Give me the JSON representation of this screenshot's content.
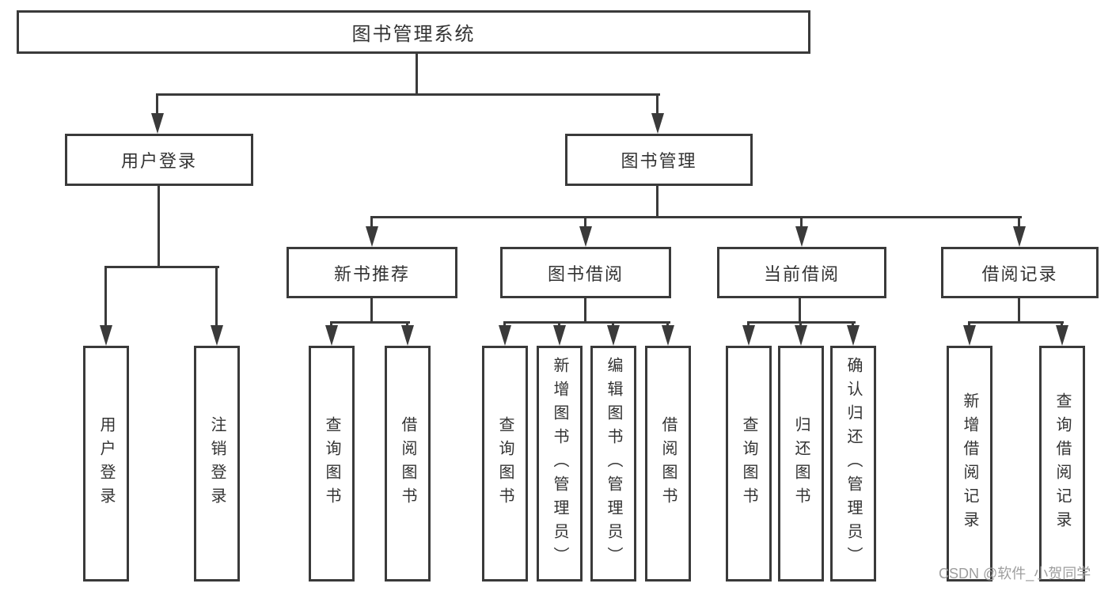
{
  "diagram_type": "hierarchy-diagram",
  "tree": {
    "label": "图书管理系统",
    "children": [
      {
        "label": "用户登录",
        "children": [
          {
            "label": "用户登录"
          },
          {
            "label": "注销登录"
          }
        ]
      },
      {
        "label": "图书管理",
        "children": [
          {
            "label": "新书推荐",
            "children": [
              {
                "label": "查询图书"
              },
              {
                "label": "借阅图书"
              }
            ]
          },
          {
            "label": "图书借阅",
            "children": [
              {
                "label": "查询图书"
              },
              {
                "label": "新增图书（管理员）"
              },
              {
                "label": "编辑图书（管理员）"
              },
              {
                "label": "借阅图书"
              }
            ]
          },
          {
            "label": "当前借阅",
            "children": [
              {
                "label": "查询图书"
              },
              {
                "label": "归还图书"
              },
              {
                "label": "确认归还（管理员）"
              }
            ]
          },
          {
            "label": "借阅记录",
            "children": [
              {
                "label": "新增借阅记录"
              },
              {
                "label": "查询借阅记录"
              }
            ]
          }
        ]
      }
    ]
  },
  "watermark": {
    "text": "CSDN @软件_小贺同学"
  },
  "colors": {
    "line": "#3a3a3a",
    "text": "#333333",
    "watermark": "#9e9e9e",
    "background": "#ffffff"
  }
}
